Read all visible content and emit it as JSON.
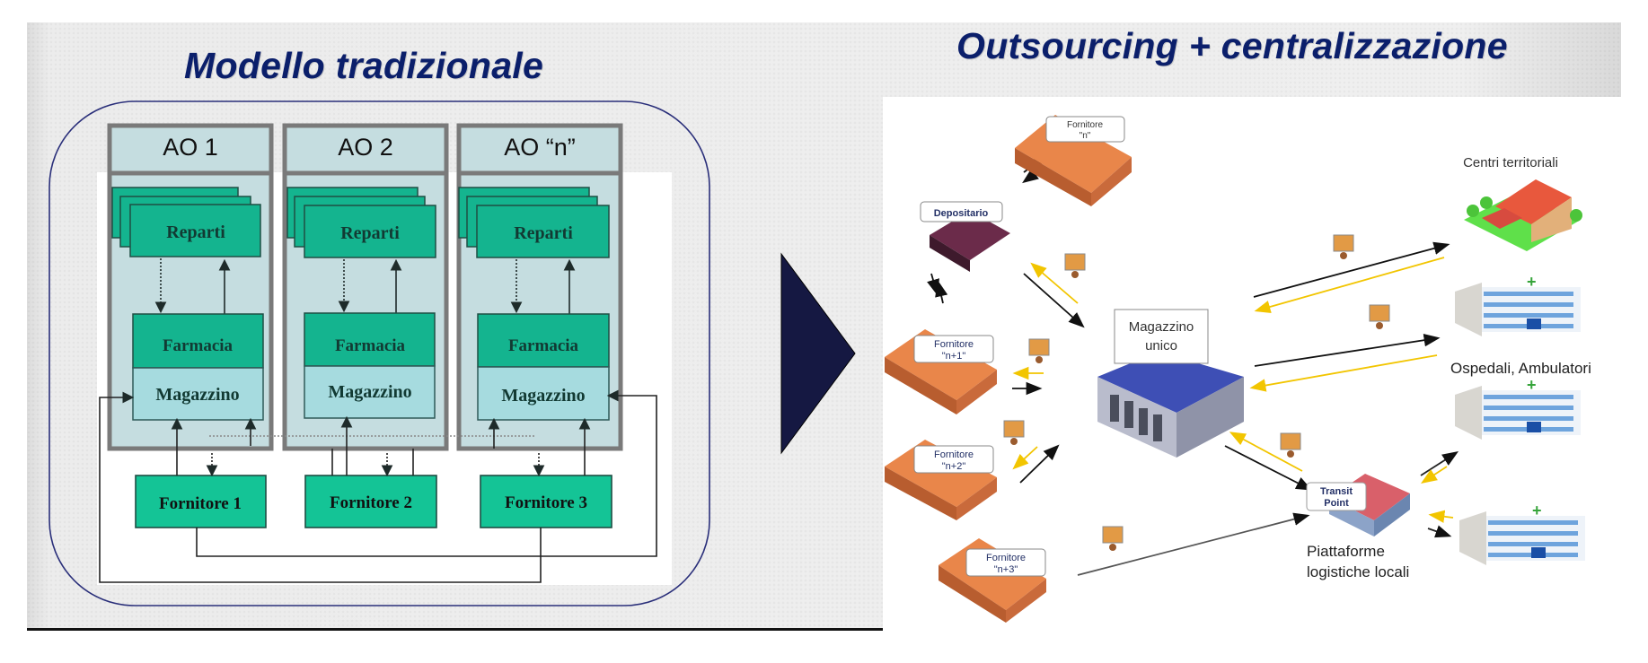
{
  "left": {
    "title": "Modello tradizionale",
    "columns": [
      {
        "header": "AO 1",
        "reparti": "Reparti",
        "farmacia": "Farmacia",
        "magazzino": "Magazzino"
      },
      {
        "header": "AO 2",
        "reparti": "Reparti",
        "farmacia": "Farmacia",
        "magazzino": "Magazzino"
      },
      {
        "header": "AO “n”",
        "reparti": "Reparti",
        "farmacia": "Farmacia",
        "magazzino": "Magazzino"
      }
    ],
    "suppliers": [
      "Fornitore 1",
      "Fornitore 2",
      "Fornitore 3"
    ]
  },
  "transition_arrow": "next-arrow",
  "right": {
    "title": "Outsourcing + centralizzazione",
    "suppliers": [
      {
        "line1": "Fornitore",
        "line2": "\"n\""
      },
      {
        "line1": "Fornitore",
        "line2": "\"n+1\""
      },
      {
        "line1": "Fornitore",
        "line2": "\"n+2\""
      },
      {
        "line1": "Fornitore",
        "line2": "\"n+3\""
      }
    ],
    "depositario": "Depositario",
    "central_warehouse": {
      "line1": "Magazzino",
      "line2": "unico"
    },
    "transit_point": {
      "line1": "Transit",
      "line2": "Point"
    },
    "local_platforms": {
      "line1": "Piattaforme",
      "line2": "logistiche locali"
    },
    "territorial_centers": "Centri territoriali",
    "hospitals": "Ospedali, Ambulatori",
    "colors": {
      "title": "#0b1f6b",
      "teal_box": "#14b48f",
      "light_box": "#a6dbdf",
      "column_bg": "#c5dde0",
      "arrow": "#151842",
      "flow_return": "#f2c500"
    }
  }
}
